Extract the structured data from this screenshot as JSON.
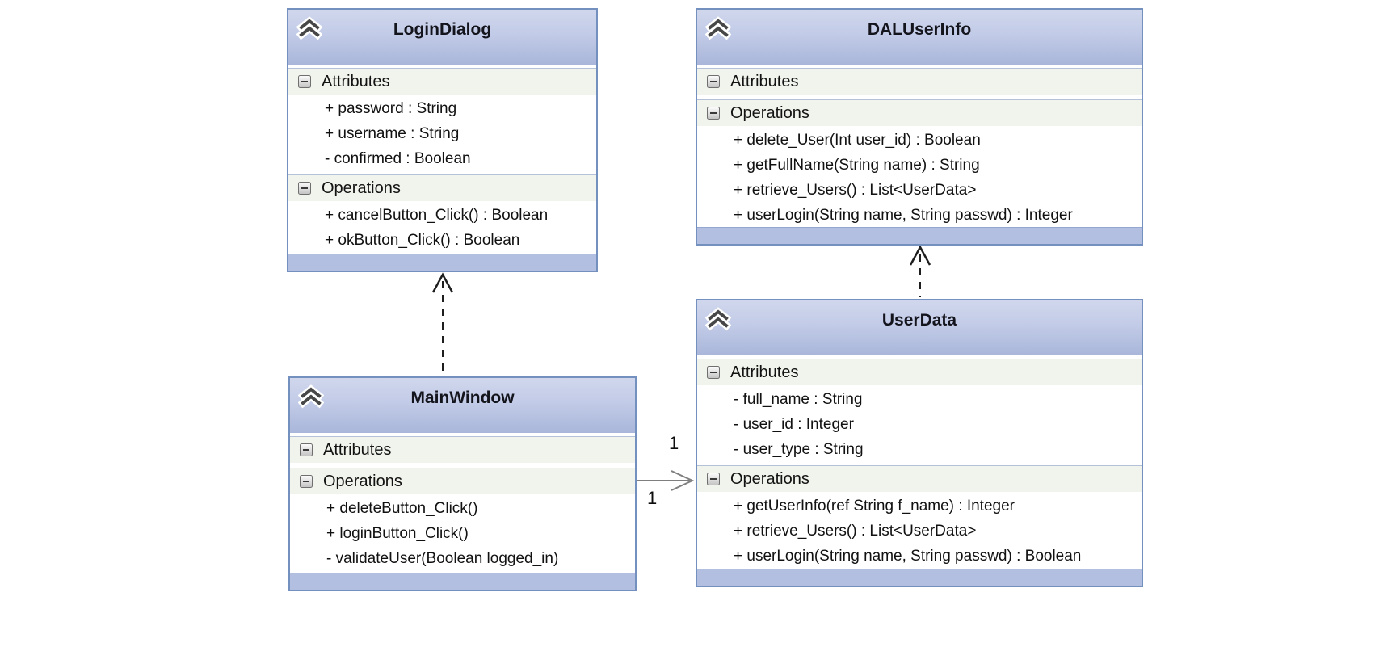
{
  "diagram": {
    "classes": [
      {
        "id": "login-dialog",
        "title": "LoginDialog",
        "sections": [
          {
            "label": "Attributes",
            "members": [
              "+ password : String",
              "+ username : String",
              "- confirmed : Boolean"
            ]
          },
          {
            "label": "Operations",
            "members": [
              "+ cancelButton_Click() : Boolean",
              "+ okButton_Click() : Boolean"
            ]
          }
        ]
      },
      {
        "id": "dal-user-info",
        "title": "DALUserInfo",
        "sections": [
          {
            "label": "Attributes",
            "members": []
          },
          {
            "label": "Operations",
            "members": [
              "+ delete_User(Int user_id) : Boolean",
              "+ getFullName(String name) : String",
              "+ retrieve_Users() : List<UserData>",
              "+ userLogin(String name, String passwd) : Integer"
            ]
          }
        ]
      },
      {
        "id": "main-window",
        "title": "MainWindow",
        "sections": [
          {
            "label": "Attributes",
            "members": []
          },
          {
            "label": "Operations",
            "members": [
              "+ deleteButton_Click()",
              "+ loginButton_Click()",
              "- validateUser(Boolean logged_in)"
            ]
          }
        ]
      },
      {
        "id": "user-data",
        "title": "UserData",
        "sections": [
          {
            "label": "Attributes",
            "members": [
              "- full_name : String",
              "- user_id : Integer",
              "- user_type : String"
            ]
          },
          {
            "label": "Operations",
            "members": [
              "+ getUserInfo(ref String f_name) : Integer",
              "+ retrieve_Users() : List<UserData>",
              "+ userLogin(String name, String passwd) : Boolean"
            ]
          }
        ]
      }
    ],
    "relationships": [
      {
        "type": "dependency",
        "from": "MainWindow",
        "to": "LoginDialog"
      },
      {
        "type": "dependency",
        "from": "UserData",
        "to": "DALUserInfo"
      },
      {
        "type": "association",
        "from": "MainWindow",
        "to": "UserData",
        "source_multiplicity": "1",
        "target_multiplicity": "1"
      }
    ],
    "icons": {
      "collapse_chevron": "chevron-double-up",
      "section_toggle": "minus-square"
    },
    "colors": {
      "box_border": "#7390bf",
      "header_gradient_top": "#d0d7ed",
      "header_gradient_bottom": "#a9b6da",
      "footer_strip": "#b2bfe0",
      "section_band": "#f1f4ec",
      "dependency_line": "#1e1e1e",
      "association_line": "#7f7f7f",
      "canvas_background": "#ffffff"
    }
  }
}
